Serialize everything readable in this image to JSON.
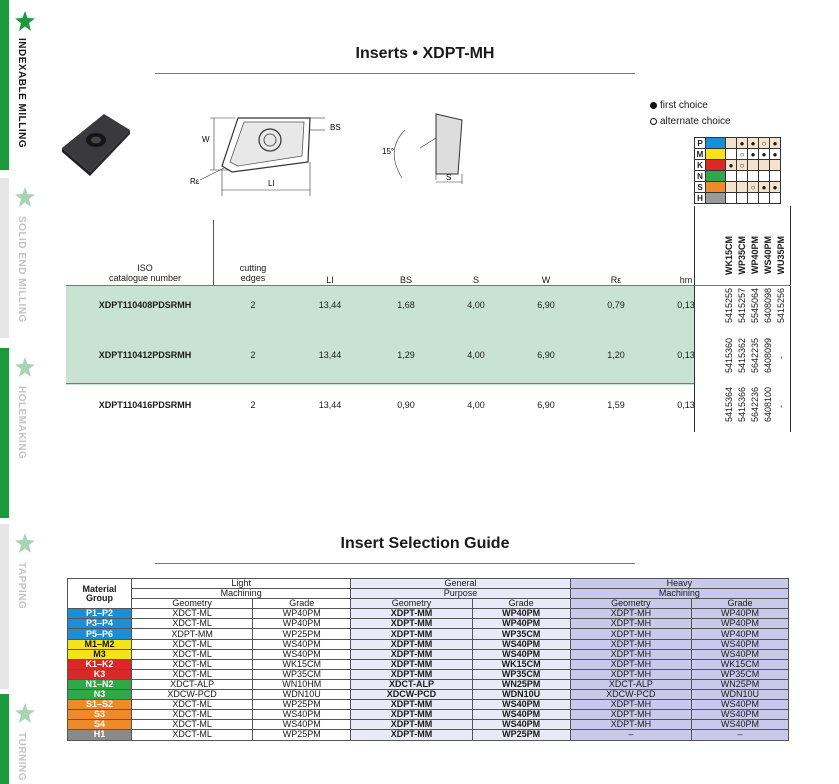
{
  "sidebar": {
    "tabs": [
      {
        "label": "INDEXABLE MILLING",
        "active": true
      },
      {
        "label": "SOLID END MILLING",
        "active": false
      },
      {
        "label": "HOLEMAKING",
        "active": false
      },
      {
        "label": "TAPPING",
        "active": false
      },
      {
        "label": "TURNING",
        "active": false
      }
    ],
    "accent": "#1a9a3a"
  },
  "inserts": {
    "title": "Inserts • XDPT-MH",
    "legend": {
      "first": "first choice",
      "alternate": "alternate choice"
    },
    "diagram_labels": {
      "w": "W",
      "bs": "BS",
      "re": "Rε",
      "li": "LI",
      "angle": "15°",
      "s": "S"
    },
    "material_rows": [
      {
        "label": "P",
        "color": "#1a8fd6",
        "marks": [
          "",
          "●",
          "●",
          "○",
          "●"
        ]
      },
      {
        "label": "M",
        "color": "#f5e31a",
        "marks": [
          "",
          "○",
          "●",
          "●",
          "●"
        ]
      },
      {
        "label": "K",
        "color": "#d92828",
        "marks": [
          "●",
          "○",
          "",
          "",
          ""
        ]
      },
      {
        "label": "N",
        "color": "#2fa84a",
        "marks": [
          "",
          "",
          "",
          "",
          ""
        ]
      },
      {
        "label": "S",
        "color": "#ef8a2b",
        "marks": [
          "",
          "",
          "○",
          "●",
          "●"
        ]
      },
      {
        "label": "H",
        "color": "#9a9a9a",
        "marks": [
          "",
          "",
          "",
          "",
          ""
        ]
      }
    ],
    "grades": [
      "WK15CM",
      "WP35CM",
      "WP40PM",
      "WS40PM",
      "WU35PM"
    ],
    "headers": {
      "iso": "ISO",
      "catalogue": "catalogue number",
      "cutting": "cutting",
      "edges": "edges",
      "li": "LI",
      "bs": "BS",
      "s": "S",
      "w": "W",
      "re": "Rε",
      "hm": "hm"
    },
    "rows": [
      {
        "iso": "XDPT110408PDSRMH",
        "edges": "2",
        "li": "13,44",
        "bs": "1,68",
        "s": "4,00",
        "w": "6,90",
        "re": "0,79",
        "hm": "0,13",
        "codes": [
          "5415255",
          "5415257",
          "5545064",
          "6408098",
          "5415256"
        ]
      },
      {
        "iso": "XDPT110412PDSRMH",
        "edges": "2",
        "li": "13,44",
        "bs": "1,29",
        "s": "4,00",
        "w": "6,90",
        "re": "1,20",
        "hm": "0,13",
        "codes": [
          "5415360",
          "5415362",
          "5642235",
          "6408099",
          "-"
        ]
      },
      {
        "iso": "XDPT110416PDSRMH",
        "edges": "2",
        "li": "13,44",
        "bs": "0,90",
        "s": "4,00",
        "w": "6,90",
        "re": "1,59",
        "hm": "0,13",
        "codes": [
          "5415364",
          "5415366",
          "5642236",
          "6408100",
          "-"
        ]
      }
    ]
  },
  "guide": {
    "title": "Insert Selection Guide",
    "head": {
      "material": "Material",
      "group": "Group",
      "light": "Light",
      "light2": "Machining",
      "general": "General",
      "general2": "Purpose",
      "heavy": "Heavy",
      "heavy2": "Machining",
      "geometry": "Geometry",
      "grade": "Grade"
    },
    "rows": [
      {
        "group": "P1–P2",
        "color": "#1a8fd6",
        "lg": "XDCT-ML",
        "lgr": "WP40PM",
        "gg": "XDPT-MM",
        "ggr": "WP40PM",
        "hg": "XDPT-MH",
        "hgr": "WP40PM"
      },
      {
        "group": "P3–P4",
        "color": "#1a8fd6",
        "lg": "XDCT-ML",
        "lgr": "WP40PM",
        "gg": "XDPT-MM",
        "ggr": "WP40PM",
        "hg": "XDPT-MH",
        "hgr": "WP40PM"
      },
      {
        "group": "P5–P6",
        "color": "#1a8fd6",
        "lg": "XDPT-MM",
        "lgr": "WP25PM",
        "gg": "XDPT-MM",
        "ggr": "WP35CM",
        "hg": "XDPT-MH",
        "hgr": "WP40PM"
      },
      {
        "group": "M1–M2",
        "color": "#f5e31a",
        "lg": "XDCT-ML",
        "lgr": "WS40PM",
        "gg": "XDPT-MM",
        "ggr": "WS40PM",
        "hg": "XDPT-MH",
        "hgr": "WS40PM"
      },
      {
        "group": "M3",
        "color": "#f5e31a",
        "lg": "XDCT-ML",
        "lgr": "WS40PM",
        "gg": "XDPT-MM",
        "ggr": "WS40PM",
        "hg": "XDPT-MH",
        "hgr": "WS40PM"
      },
      {
        "group": "K1–K2",
        "color": "#d92828",
        "lg": "XDCT-ML",
        "lgr": "WK15CM",
        "gg": "XDPT-MM",
        "ggr": "WK15CM",
        "hg": "XDPT-MH",
        "hgr": "WK15CM"
      },
      {
        "group": "K3",
        "color": "#d92828",
        "lg": "XDCT-ML",
        "lgr": "WP35CM",
        "gg": "XDPT-MM",
        "ggr": "WP35CM",
        "hg": "XDPT-MH",
        "hgr": "WP35CM"
      },
      {
        "group": "N1–N2",
        "color": "#2fa84a",
        "lg": "XDCT-ALP",
        "lgr": "WN10HM",
        "gg": "XDCT-ALP",
        "ggr": "WN25PM",
        "hg": "XDCT-ALP",
        "hgr": "WN25PM"
      },
      {
        "group": "N3",
        "color": "#2fa84a",
        "lg": "XDCW-PCD",
        "lgr": "WDN10U",
        "gg": "XDCW-PCD",
        "ggr": "WDN10U",
        "hg": "XDCW-PCD",
        "hgr": "WDN10U"
      },
      {
        "group": "S1–S2",
        "color": "#ef8a2b",
        "lg": "XDCT-ML",
        "lgr": "WP25PM",
        "gg": "XDPT-MM",
        "ggr": "WS40PM",
        "hg": "XDPT-MH",
        "hgr": "WS40PM"
      },
      {
        "group": "S3",
        "color": "#ef8a2b",
        "lg": "XDCT-ML",
        "lgr": "WS40PM",
        "gg": "XDPT-MM",
        "ggr": "WS40PM",
        "hg": "XDPT-MH",
        "hgr": "WS40PM"
      },
      {
        "group": "S4",
        "color": "#ef8a2b",
        "lg": "XDCT-ML",
        "lgr": "WS40PM",
        "gg": "XDPT-MM",
        "ggr": "WS40PM",
        "hg": "XDPT-MH",
        "hgr": "WS40PM"
      },
      {
        "group": "H1",
        "color": "#8a8a8a",
        "lg": "XDCT-ML",
        "lgr": "WP25PM",
        "gg": "XDPT-MM",
        "ggr": "WP25PM",
        "hg": "–",
        "hgr": "–"
      }
    ]
  }
}
